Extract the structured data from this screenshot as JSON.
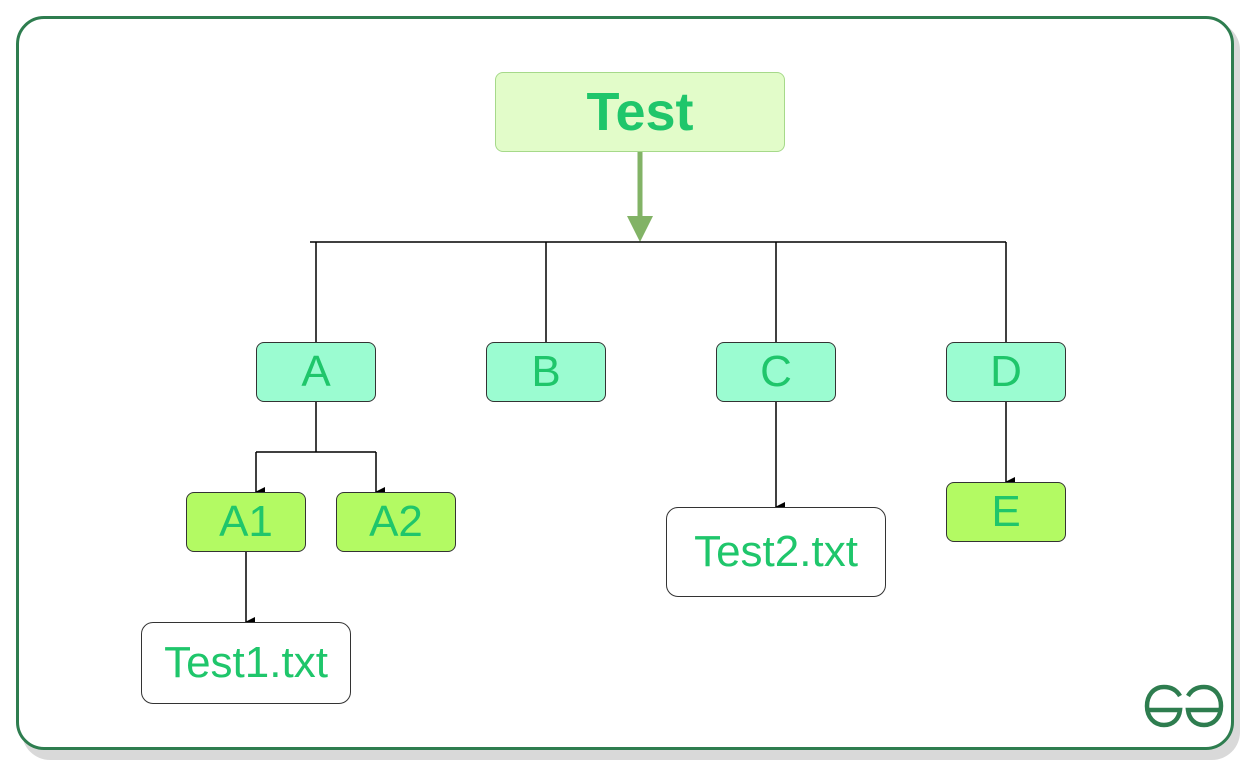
{
  "diagram": {
    "root": "Test",
    "level1": [
      "A",
      "B",
      "C",
      "D"
    ],
    "level2": [
      "A1",
      "A2",
      "E"
    ],
    "files": [
      "Test1.txt",
      "Test2.txt"
    ]
  },
  "colors": {
    "text": "#1fc66b",
    "root_fill": "#e2fcc9",
    "level1_fill": "#9bfcd1",
    "level2_fill": "#b3fa63",
    "frame_border": "#2e7d4f",
    "root_arrow": "#82b366"
  },
  "logo": {
    "icon": "gfg-logo-icon"
  }
}
